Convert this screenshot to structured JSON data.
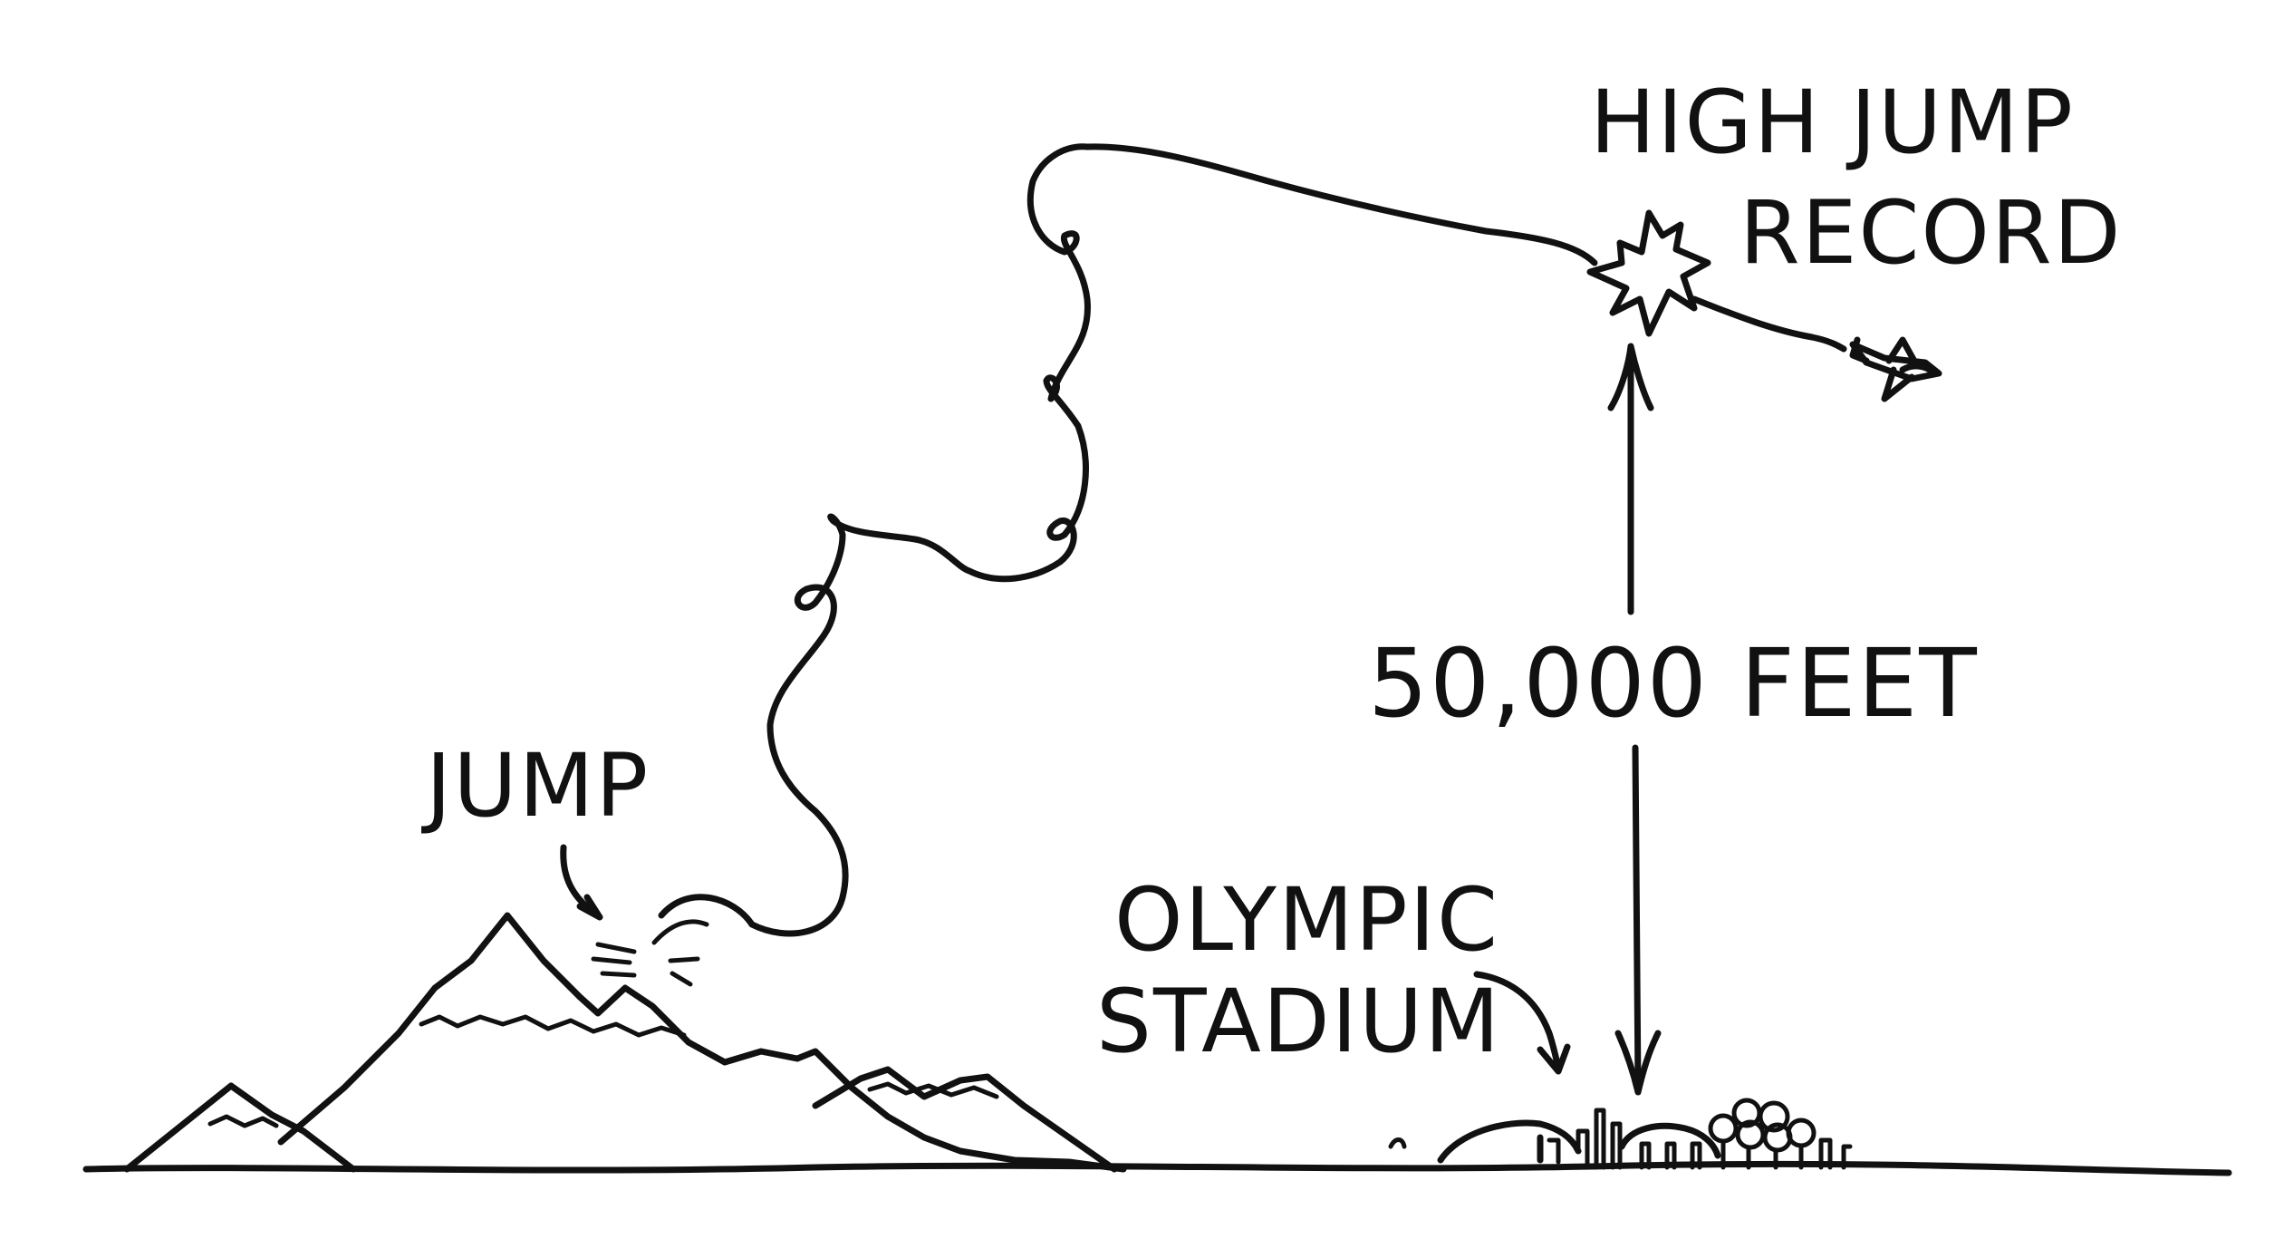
{
  "labels": {
    "record_line1": "HIGH JUMP",
    "record_line2": "RECORD",
    "height": "50,000 FEET",
    "jump": "JUMP",
    "stadium_line1": "OLYMPIC",
    "stadium_line2": "STADIUM"
  },
  "colors": {
    "ink": "#111111",
    "background": "#ffffff"
  },
  "icons": {
    "impact": "starburst-icon",
    "plane": "airplane-icon"
  }
}
